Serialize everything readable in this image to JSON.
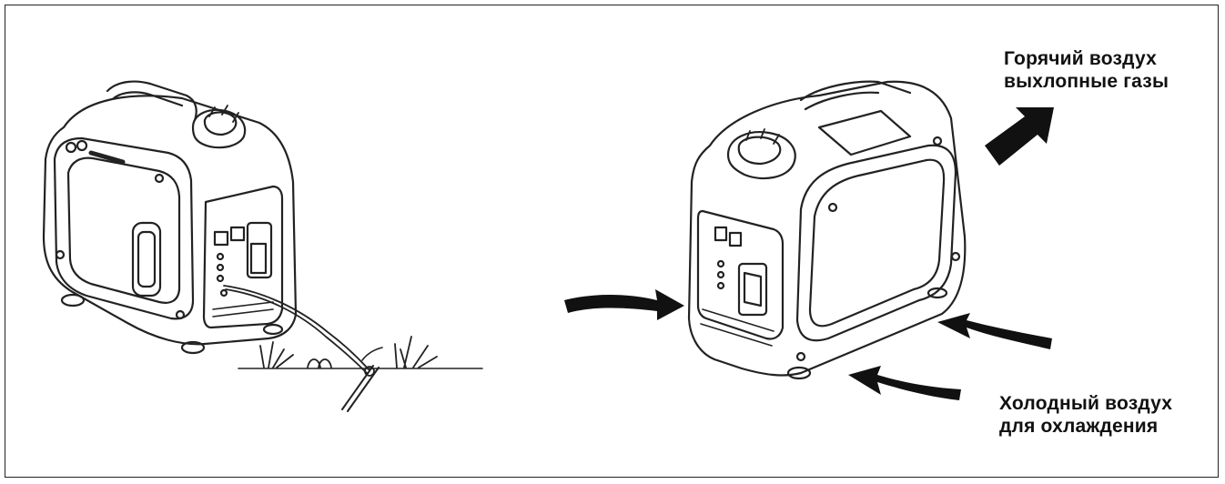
{
  "labels": {
    "hot_air": {
      "line1": "Горячий воздух",
      "line2": "выхлопные газы"
    },
    "cold_air": {
      "line1": "Холодный воздух",
      "line2": "для охлаждения"
    }
  },
  "icons": {
    "left": "generator-grounded-icon",
    "right": "generator-airflow-icon",
    "arrows": "airflow-arrow-icon",
    "ground": "ground-rod-icon"
  },
  "colors": {
    "ink": "#111111",
    "line": "#222222",
    "background": "#ffffff"
  }
}
